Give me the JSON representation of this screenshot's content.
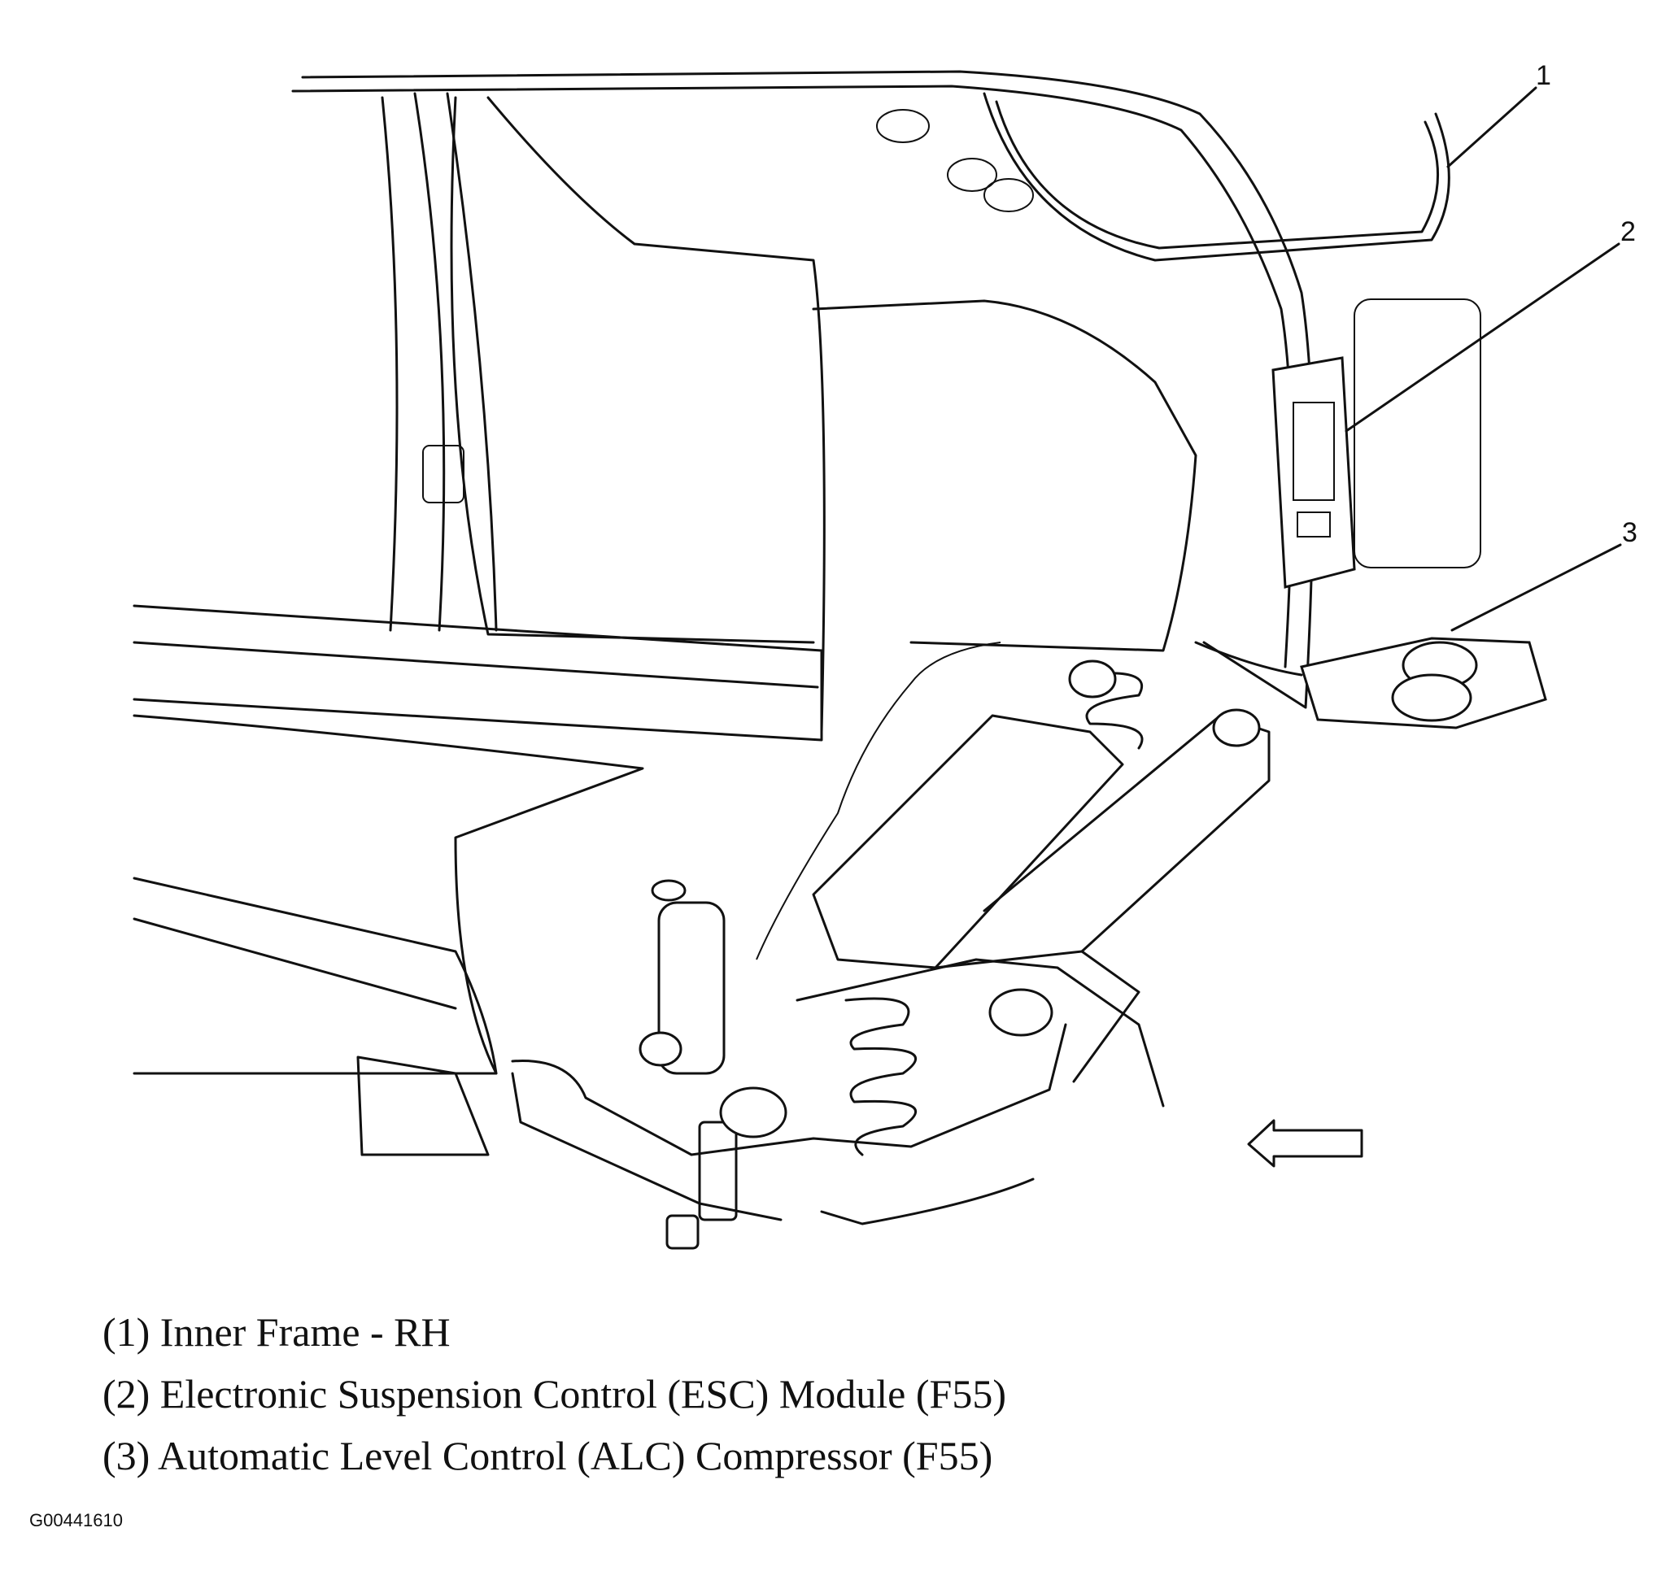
{
  "callouts": [
    {
      "number": "1"
    },
    {
      "number": "2"
    },
    {
      "number": "3"
    }
  ],
  "legend": [
    {
      "text": "(1) Inner Frame - RH"
    },
    {
      "text": "(2) Electronic Suspension Control (ESC) Module (F55)"
    },
    {
      "text": "(3) Automatic Level Control (ALC) Compressor (F55)"
    }
  ],
  "figure_id": "G00441610"
}
